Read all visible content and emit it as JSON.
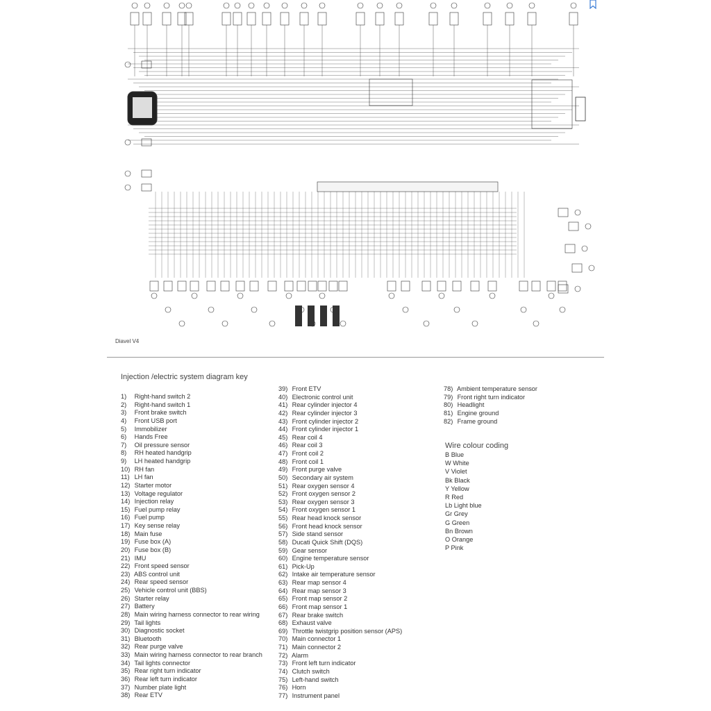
{
  "diagram": {
    "model_label": "Diavel V4"
  },
  "key": {
    "title": "Injection /electric system diagram key",
    "items": [
      {
        "num": "1)",
        "label": "Right-hand switch 2"
      },
      {
        "num": "2)",
        "label": "Right-hand switch 1"
      },
      {
        "num": "3)",
        "label": "Front brake switch"
      },
      {
        "num": "4)",
        "label": "Front USB port"
      },
      {
        "num": "5)",
        "label": "Immobilizer"
      },
      {
        "num": "6)",
        "label": "Hands Free"
      },
      {
        "num": "7)",
        "label": "Oil pressure sensor"
      },
      {
        "num": "8)",
        "label": "RH heated handgrip"
      },
      {
        "num": "9)",
        "label": "LH heated handgrip"
      },
      {
        "num": "10)",
        "label": "RH fan"
      },
      {
        "num": "11)",
        "label": "LH fan"
      },
      {
        "num": "12)",
        "label": "Starter motor"
      },
      {
        "num": "13)",
        "label": "Voltage regulator"
      },
      {
        "num": "14)",
        "label": "Injection relay"
      },
      {
        "num": "15)",
        "label": "Fuel pump relay"
      },
      {
        "num": "16)",
        "label": "Fuel pump"
      },
      {
        "num": "17)",
        "label": "Key sense relay"
      },
      {
        "num": "18)",
        "label": "Main fuse"
      },
      {
        "num": "19)",
        "label": "Fuse box (A)"
      },
      {
        "num": "20)",
        "label": "Fuse box (B)"
      },
      {
        "num": "21)",
        "label": "IMU"
      },
      {
        "num": "22)",
        "label": "Front speed sensor"
      },
      {
        "num": "23)",
        "label": "ABS control unit"
      },
      {
        "num": "24)",
        "label": "Rear speed sensor"
      },
      {
        "num": "25)",
        "label": "Vehicle control unit (BBS)"
      },
      {
        "num": "26)",
        "label": "Starter relay"
      },
      {
        "num": "27)",
        "label": "Battery"
      },
      {
        "num": "28)",
        "label": "Main wiring harness connector to rear wiring"
      },
      {
        "num": "29)",
        "label": "Tail lights"
      },
      {
        "num": "30)",
        "label": "Diagnostic socket"
      },
      {
        "num": "31)",
        "label": "Bluetooth"
      },
      {
        "num": "32)",
        "label": "Rear purge valve"
      },
      {
        "num": "33)",
        "label": "Main wiring harness connector to rear branch"
      },
      {
        "num": "34)",
        "label": "Tail lights connector"
      },
      {
        "num": "35)",
        "label": "Rear right turn indicator"
      },
      {
        "num": "36)",
        "label": "Rear left turn indicator"
      },
      {
        "num": "37)",
        "label": "Number plate light"
      },
      {
        "num": "38)",
        "label": "Rear ETV"
      },
      {
        "num": "39)",
        "label": "Front ETV"
      },
      {
        "num": "40)",
        "label": "Electronic control unit"
      },
      {
        "num": "41)",
        "label": "Rear cylinder injector 4"
      },
      {
        "num": "42)",
        "label": "Rear cylinder injector 3"
      },
      {
        "num": "43)",
        "label": "Front cylinder injector 2"
      },
      {
        "num": "44)",
        "label": "Front cylinder injector 1"
      },
      {
        "num": "45)",
        "label": "Rear coil 4"
      },
      {
        "num": "46)",
        "label": "Rear coil 3"
      },
      {
        "num": "47)",
        "label": "Front coil 2"
      },
      {
        "num": "48)",
        "label": "Front coil 1"
      },
      {
        "num": "49)",
        "label": "Front purge valve"
      },
      {
        "num": "50)",
        "label": "Secondary air system"
      },
      {
        "num": "51)",
        "label": "Rear oxygen sensor 4"
      },
      {
        "num": "52)",
        "label": "Front oxygen sensor 2"
      },
      {
        "num": "53)",
        "label": "Rear oxygen sensor 3"
      },
      {
        "num": "54)",
        "label": "Front oxygen sensor 1"
      },
      {
        "num": "55)",
        "label": "Rear head knock sensor"
      },
      {
        "num": "56)",
        "label": "Front head knock sensor"
      },
      {
        "num": "57)",
        "label": "Side stand sensor"
      },
      {
        "num": "58)",
        "label": "Ducati Quick Shift (DQS)"
      },
      {
        "num": "59)",
        "label": "Gear sensor"
      },
      {
        "num": "60)",
        "label": "Engine temperature sensor"
      },
      {
        "num": "61)",
        "label": "Pick-Up"
      },
      {
        "num": "62)",
        "label": "Intake air temperature sensor"
      },
      {
        "num": "63)",
        "label": "Rear map sensor 4"
      },
      {
        "num": "64)",
        "label": "Rear map sensor 3"
      },
      {
        "num": "65)",
        "label": "Front map sensor 2"
      },
      {
        "num": "66)",
        "label": "Front map sensor 1"
      },
      {
        "num": "67)",
        "label": "Rear brake switch"
      },
      {
        "num": "68)",
        "label": "Exhaust valve"
      },
      {
        "num": "69)",
        "label": "Throttle twistgrip position sensor (APS)"
      },
      {
        "num": "70)",
        "label": "Main connector 1"
      },
      {
        "num": "71)",
        "label": "Main connector 2"
      },
      {
        "num": "72)",
        "label": "Alarm"
      },
      {
        "num": "73)",
        "label": "Front left turn indicator"
      },
      {
        "num": "74)",
        "label": "Clutch switch"
      },
      {
        "num": "75)",
        "label": "Left-hand switch"
      },
      {
        "num": "76)",
        "label": "Horn"
      },
      {
        "num": "77)",
        "label": "Instrument panel"
      },
      {
        "num": "78)",
        "label": "Ambient temperature sensor"
      },
      {
        "num": "79)",
        "label": "Front right turn indicator"
      },
      {
        "num": "80)",
        "label": "Headlight"
      },
      {
        "num": "81)",
        "label": "Engine ground"
      },
      {
        "num": "82)",
        "label": "Frame ground"
      }
    ]
  },
  "wire_colours": {
    "title": "Wire colour coding",
    "items": [
      {
        "code": "B",
        "name": "Blue"
      },
      {
        "code": "W",
        "name": "White"
      },
      {
        "code": "V",
        "name": "Violet"
      },
      {
        "code": "Bk",
        "name": "Black"
      },
      {
        "code": "Y",
        "name": "Yellow"
      },
      {
        "code": "R",
        "name": "Red"
      },
      {
        "code": "Lb",
        "name": "Light blue"
      },
      {
        "code": "Gr",
        "name": "Grey"
      },
      {
        "code": "G",
        "name": "Green"
      },
      {
        "code": "Bn",
        "name": "Brown"
      },
      {
        "code": "O",
        "name": "Orange"
      },
      {
        "code": "P",
        "name": "Pink"
      }
    ]
  },
  "colors": {
    "line": "#333333",
    "text": "#333333",
    "rule": "#999999",
    "bookmark": "#3a7bd5"
  }
}
